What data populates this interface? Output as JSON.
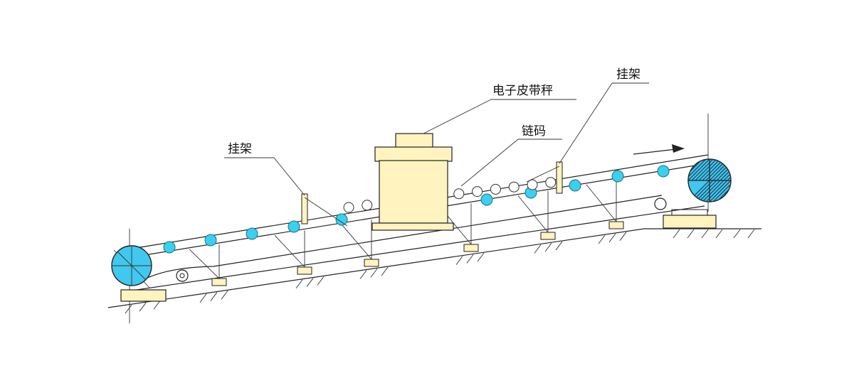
{
  "labels": {
    "belt_scale": "电子皮带秤",
    "chain_weight": "链码",
    "hanger_left": "挂架",
    "hanger_right": "挂架"
  },
  "colors": {
    "roller_fill": "#3ad0f0",
    "pulley_fill": "#40c8ee",
    "foundation_fill": "#fff3c0",
    "scale_body_fill": "#fff3c0",
    "line": "#222222"
  },
  "icons": {
    "direction": "arrow-right-icon"
  }
}
